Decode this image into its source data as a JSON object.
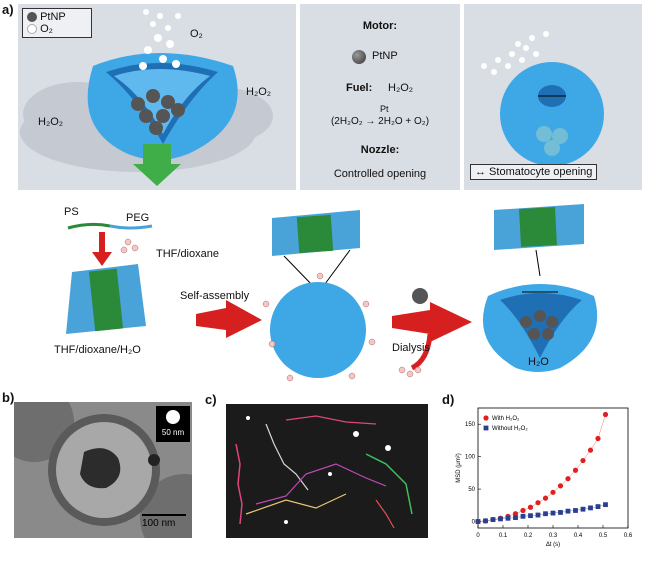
{
  "panels": {
    "a": "a)",
    "b": "b)",
    "c": "c)",
    "d": "d)"
  },
  "panel_a_top": {
    "legend_ptnp": "PtNP",
    "legend_o2": "O₂",
    "o2_label": "O₂",
    "h2o2_left": "H₂O₂",
    "h2o2_right": "H₂O₂",
    "motor_title": "Motor:",
    "motor_value": "PtNP",
    "fuel_title": "Fuel:",
    "fuel_value": "H₂O₂",
    "reaction_catalyst": "Pt",
    "reaction": "2H₂O₂ → 2H₂O + O₂",
    "nozzle_title": "Nozzle:",
    "nozzle_value": "Controlled opening",
    "stomatocyte_label": "↔ Stomatocyte opening"
  },
  "panel_a_bottom": {
    "ps": "PS",
    "peg": "PEG",
    "solvent1": "THF/dioxane",
    "solvent2": "THF/dioxane/H₂O",
    "step1": "Self-assembly",
    "step2": "Dialysis",
    "medium": "H₂O"
  },
  "panel_b": {
    "inset_scale": "50 nm",
    "scale": "100 nm"
  },
  "chart_data": {
    "type": "scatter",
    "xlabel": "Δt (s)",
    "ylabel": "MSD (μm²)",
    "xlim": [
      0,
      0.6
    ],
    "ylim": [
      -10,
      175
    ],
    "xticks": [
      "0",
      "0.1",
      "0.2",
      "0.3",
      "0.4",
      "0.5",
      "0.6"
    ],
    "yticks": [
      "0",
      "50",
      "100",
      "150"
    ],
    "legend_position": "top-left",
    "series": [
      {
        "name": "With H₂O₂",
        "color": "#e02020",
        "marker": "circle",
        "x": [
          0.0,
          0.03,
          0.06,
          0.09,
          0.12,
          0.15,
          0.18,
          0.21,
          0.24,
          0.27,
          0.3,
          0.33,
          0.36,
          0.39,
          0.42,
          0.45,
          0.48,
          0.51
        ],
        "y": [
          0,
          1,
          3,
          5,
          8,
          12,
          17,
          22,
          29,
          36,
          45,
          55,
          66,
          79,
          94,
          110,
          128,
          165
        ]
      },
      {
        "name": "Without H₂O₂",
        "color": "#2a3f8f",
        "marker": "square",
        "x": [
          0.0,
          0.03,
          0.06,
          0.09,
          0.12,
          0.15,
          0.18,
          0.21,
          0.24,
          0.27,
          0.3,
          0.33,
          0.36,
          0.39,
          0.42,
          0.45,
          0.48,
          0.51
        ],
        "y": [
          0,
          1,
          3,
          4,
          5,
          6,
          8,
          9,
          10,
          12,
          13,
          14,
          16,
          17,
          19,
          21,
          23,
          26
        ]
      }
    ]
  }
}
